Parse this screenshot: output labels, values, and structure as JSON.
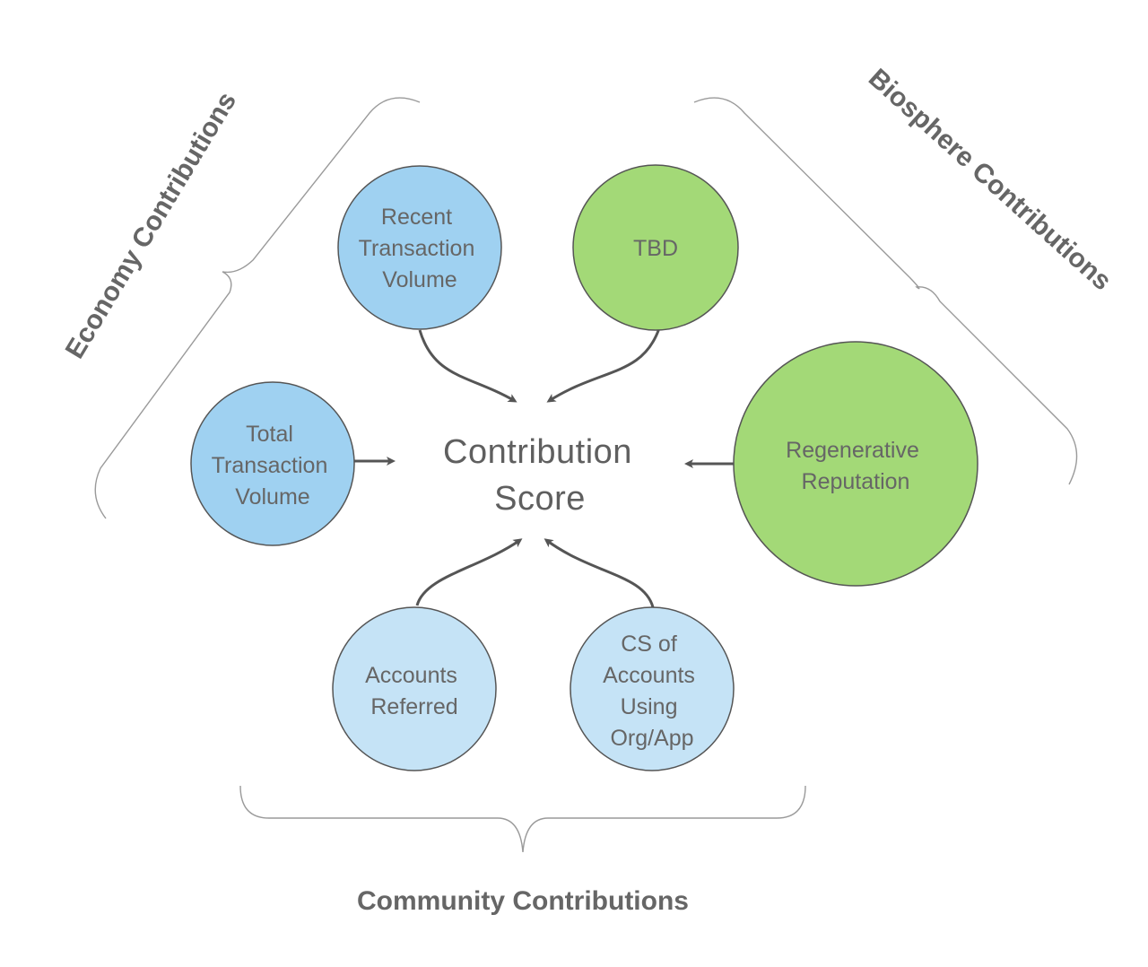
{
  "center": {
    "line1": "Contribution",
    "line2": "Score"
  },
  "groups": {
    "economy": "Economy Contributions",
    "biosphere": "Biosphere Contributions",
    "community": "Community Contributions"
  },
  "nodes": {
    "recent_transaction_volume": [
      "Recent",
      "Transaction",
      "Volume"
    ],
    "tbd": [
      "TBD"
    ],
    "total_transaction_volume": [
      "Total",
      "Transaction",
      "Volume"
    ],
    "regenerative_reputation": [
      "Regenerative",
      "Reputation"
    ],
    "accounts_referred": [
      "Accounts",
      "Referred"
    ],
    "cs_of_accounts": [
      "CS of",
      "Accounts",
      "Using",
      "Org/App"
    ]
  },
  "colors": {
    "economy_blue": "#9fd1f1",
    "community_light_blue": "#c5e3f6",
    "biosphere_green": "#a3d977",
    "text_gray": "#666666",
    "arrow_gray": "#555555"
  }
}
